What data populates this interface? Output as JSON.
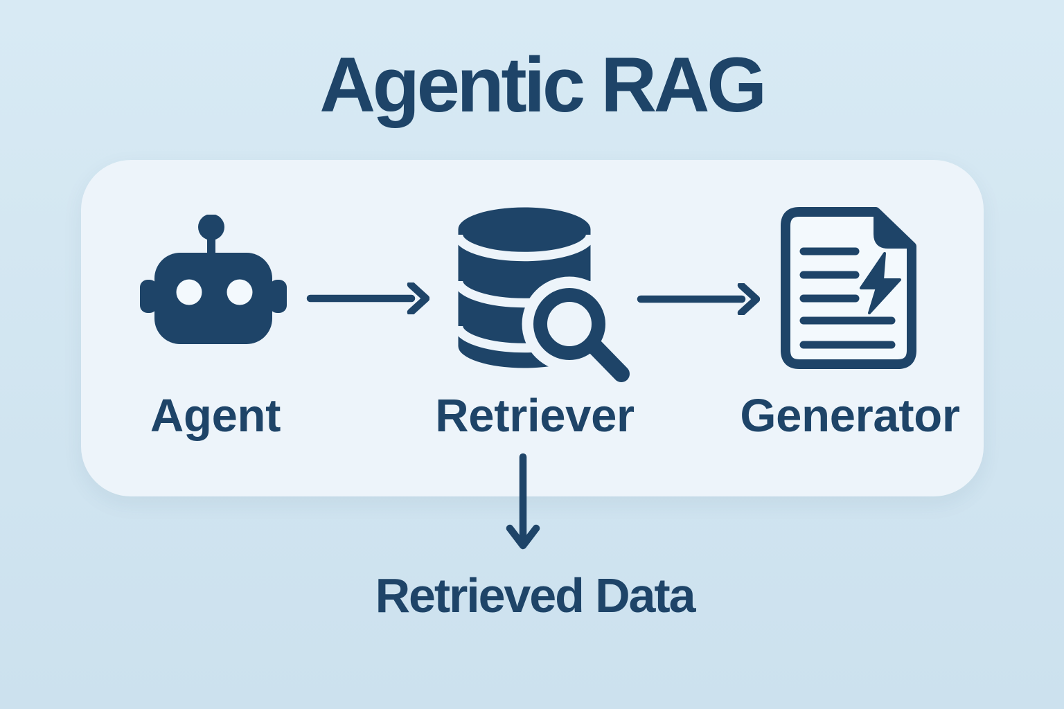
{
  "title": "Agentic RAG",
  "pipeline": {
    "nodes": [
      {
        "id": "agent",
        "label": "Agent",
        "icon": "robot-icon"
      },
      {
        "id": "retriever",
        "label": "Retriever",
        "icon": "database-search-icon"
      },
      {
        "id": "generator",
        "label": "Generator",
        "icon": "document-lightning-icon"
      }
    ],
    "connections": [
      {
        "from": "agent",
        "to": "retriever",
        "icon": "arrow-right-icon"
      },
      {
        "from": "retriever",
        "to": "generator",
        "icon": "arrow-right-icon"
      },
      {
        "from": "retriever",
        "to": "retrieved-data",
        "icon": "arrow-down-icon"
      }
    ],
    "output_label": "Retrieved Data"
  },
  "colors": {
    "ink": "#1e4468",
    "background_top": "#d8eaf4",
    "background_bottom": "#cce1ee",
    "card": "#edf4fa",
    "icon_fill_light": "#f3f9fd"
  }
}
